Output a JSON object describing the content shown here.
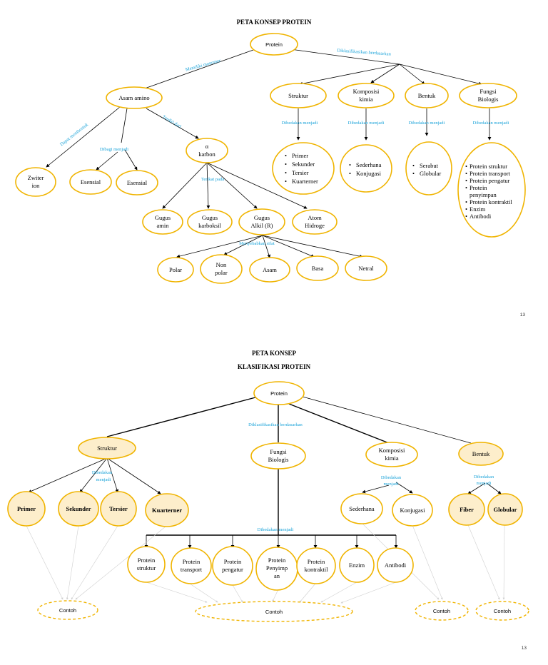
{
  "page1": {
    "title": "PETA KONSEP PROTEIN",
    "page_number": "13",
    "nodes": {
      "protein": "Protein",
      "asam_amino": "Asam amino",
      "struktur": "Struktur",
      "komposisi": [
        "Komposisi",
        "kimia"
      ],
      "bentuk": "Bentuk",
      "fungsi": [
        "Fungsi",
        "Biologis"
      ],
      "zwiter": [
        "Zwiter",
        "ion"
      ],
      "esensial1": "Esensial",
      "esensial2": "Esensial",
      "alpha_karbon": [
        "α",
        "karbon"
      ],
      "gugus_amin": [
        "Gugus",
        "amin"
      ],
      "gugus_karboksil": [
        "Gugus",
        "karboksil"
      ],
      "gugus_alkil": [
        "Gugus",
        "Alkil (R)"
      ],
      "atom_hidroge": [
        "Atom",
        "Hidroge"
      ],
      "polar": "Polar",
      "non_polar": [
        "Non",
        "polar"
      ],
      "asam": "Asam",
      "basa": "Basa",
      "netral": "Netral",
      "struktur_list": [
        "Primer",
        "Sekunder",
        "Tersier",
        "Kuarterner"
      ],
      "komposisi_list": [
        "Sederhana",
        "Konjugasi"
      ],
      "bentuk_list": [
        "Serabut",
        "Globular"
      ],
      "fungsi_list": [
        "Protein struktur",
        "Protein transport",
        "Protein pengatur",
        "Protein",
        "penyimpan",
        "Protein kontraktil",
        "Enzim",
        "Antibodi"
      ]
    },
    "labels": {
      "memiliki_monomer": "Memiliki monomer",
      "diklasifikasikan": "Diklasifikasikan berdasarkan",
      "dapat_membentuk": "Dapat membentuk",
      "dibagi_menjadi": "Dibagi menjadi",
      "terdiri_dari": "Terdiri dari",
      "terikat_pada": "Terikat pada",
      "menyebabkan_sifat": "Menyebabkan sifat",
      "dibedakan_struktur": "Dibedakan menjadi",
      "dibedakan_komposisi": "Dibedakan menjadi",
      "dibedakan_bentuk": "Dibedakan menjadi",
      "dibedakan_fungsi": "Dibedakan menjadi"
    }
  },
  "page2": {
    "title_line1": "PETA KONSEP",
    "title_line2": "KLASIFIKASI PROTEIN",
    "page_number": "13",
    "nodes": {
      "protein": "Protein",
      "struktur": "Struktur",
      "fungsi": [
        "Fungsi",
        "Biologis"
      ],
      "komposisi": [
        "Komposisi",
        "kimia"
      ],
      "bentuk": "Bentuk",
      "primer": "Primer",
      "sekunder": "Sekunder",
      "tersier": "Tersier",
      "kuarterner": "Kuarterner",
      "sederhana": "Sederhana",
      "konjugasi": "Konjugasi",
      "fiber": "Fiber",
      "globular": "Globular",
      "p_struktur": [
        "Protein",
        "struktur"
      ],
      "p_transport": [
        "Protein",
        "transport"
      ],
      "p_pengatur": [
        "Protein",
        "pengatur"
      ],
      "p_penyimpan": [
        "Protein",
        "Penyimp",
        "an"
      ],
      "p_kontraktil": [
        "Protein",
        "kontraktil"
      ],
      "enzim": "Enzim",
      "antibodi": "Antibodi",
      "contoh1": "Contoh",
      "contoh2": "Contoh",
      "contoh3": "Contoh",
      "contoh4": "Contoh"
    },
    "labels": {
      "diklasifikasikan": "Diklasifikasikan berdasarkan",
      "dibedakan_struktur": [
        "Dibedakan",
        "menjadi"
      ],
      "dibedakan_komposisi": [
        "Dibedakan",
        "menjadi"
      ],
      "dibedakan_bentuk": [
        "Dibedakan",
        "menjadi"
      ],
      "dibedakan_fungsi": "Dibedakan menjadi"
    }
  },
  "colors": {
    "node_stroke": "#f0b400",
    "node_fill_highlight": "#fdeecb",
    "label": "#1aa3d9"
  }
}
